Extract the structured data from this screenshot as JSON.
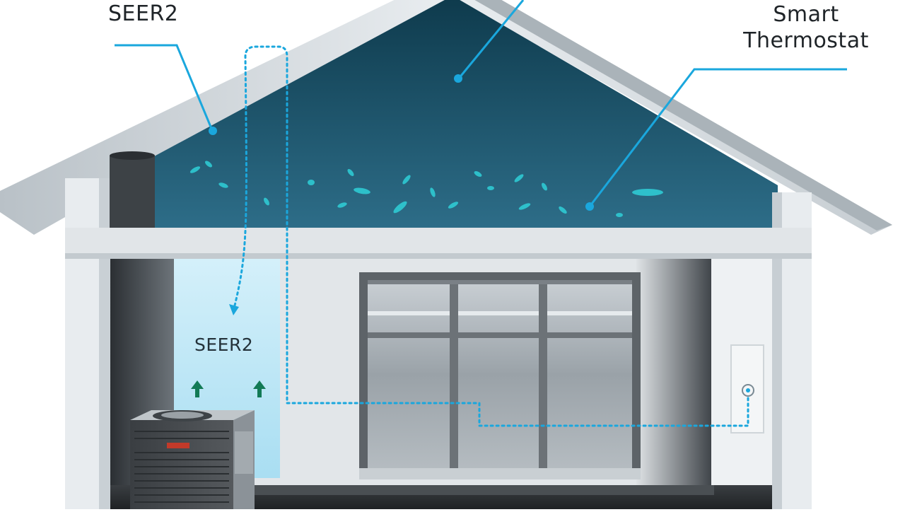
{
  "labels": {
    "seer2_top": "SEER2",
    "thermostat_line1": "Smart",
    "thermostat_line2": "Thermostat",
    "seer2_duct": "SEER2"
  },
  "colors": {
    "attic_top": "#0e3c4e",
    "attic_bottom": "#2a6a85",
    "roof": "#d6dce0",
    "wall": "#e4e8eb",
    "callout": "#1aa7dd",
    "duct_air": "#bfe8f7",
    "airflow_arrow": "#127a55",
    "floor": "#2e3134"
  },
  "icons": {
    "airflow_up": "arrow-up-icon",
    "thermostat": "thermostat-icon"
  }
}
